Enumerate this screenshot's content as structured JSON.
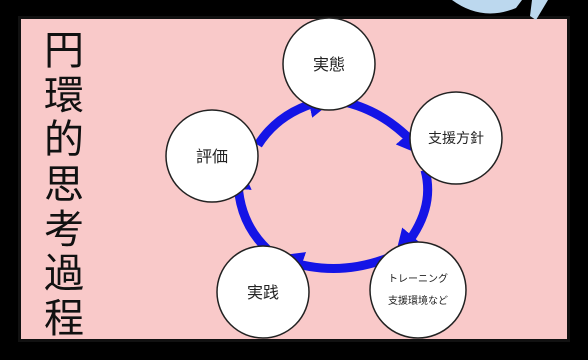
{
  "title_chars": [
    "円",
    "環",
    "的",
    "思",
    "考",
    "過",
    "程"
  ],
  "nodes": {
    "top": "実態",
    "right": "支援方針",
    "bottom_right_line1": "トレーニング",
    "bottom_right_line2": "支援環境など",
    "bottom_left": "実践",
    "left": "評価"
  },
  "colors": {
    "background": "#f9c9c9",
    "border": "#111111",
    "arrow": "#1414e6",
    "node_fill": "#ffffff",
    "decor": "#bcd8ee"
  }
}
